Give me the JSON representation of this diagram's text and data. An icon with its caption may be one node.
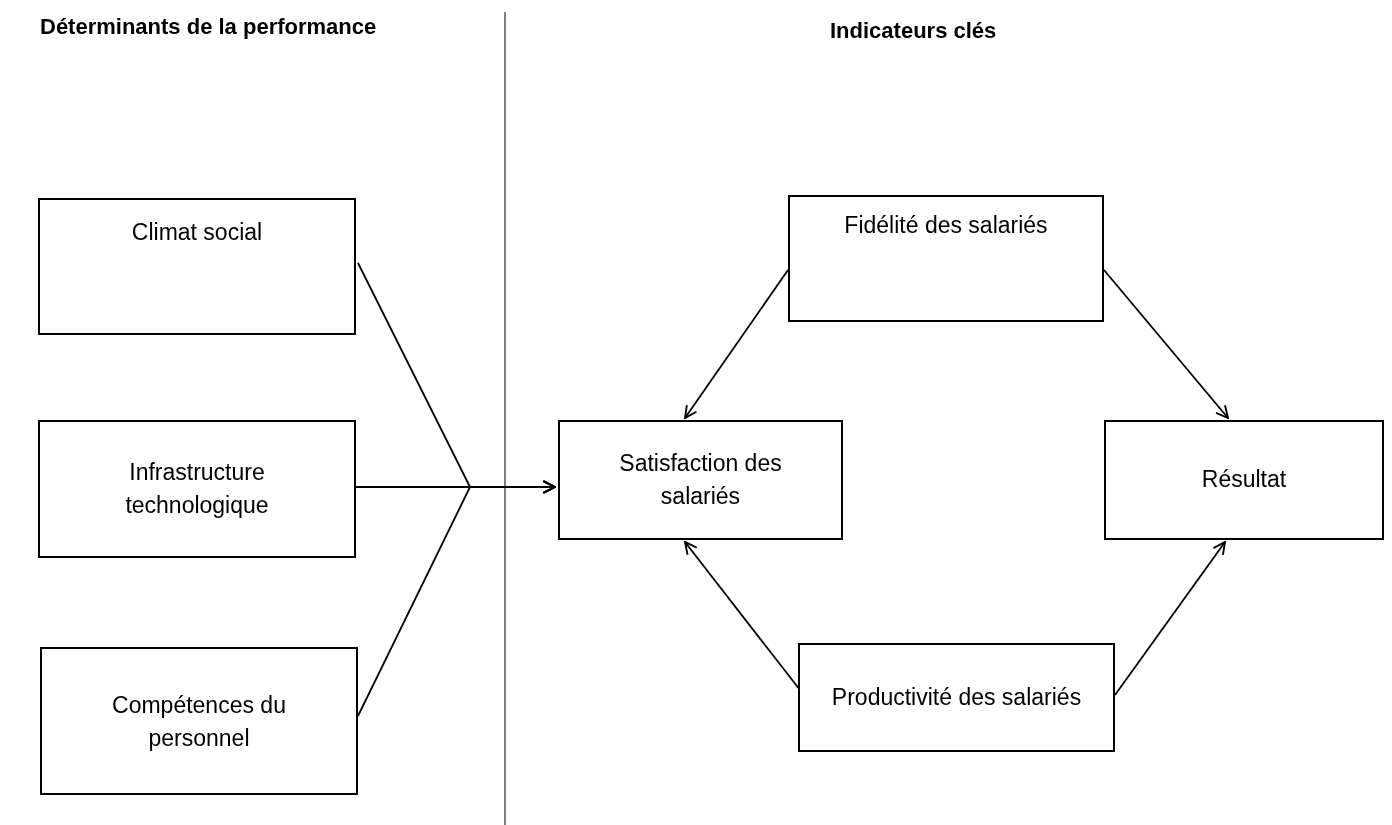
{
  "diagram": {
    "nodes": [
      {
        "text": [
          "Climat social"
        ]
      },
      {
        "text": [
          "Infrastructure technologique"
        ]
      },
      {
        "text": [
          "Compétences du personnel"
        ]
      },
      {
        "text": [
          "Fidélité des salariés"
        ]
      },
      {
        "text": [
          "Satisfaction des salariés"
        ]
      },
      {
        "text": [
          "Résultat"
        ]
      },
      {
        "text": [
          "Productivité des salariés"
        ]
      }
    ],
    "edges": [
      {
        "from": 0,
        "to": 4,
        "arrow": "to"
      },
      {
        "from": 1,
        "to": 4,
        "arrow": "to"
      },
      {
        "from": 2,
        "to": 4,
        "arrow": "to"
      },
      {
        "from": 3,
        "to": 4,
        "arrow": "to"
      },
      {
        "from": 3,
        "to": 5,
        "arrow": "to"
      },
      {
        "from": 6,
        "to": 4,
        "arrow": "to"
      },
      {
        "from": 6,
        "to": 5,
        "arrow": "to"
      }
    ],
    "labels": [
      "Déterminants de la performance",
      "Indicateurs clés"
    ]
  }
}
